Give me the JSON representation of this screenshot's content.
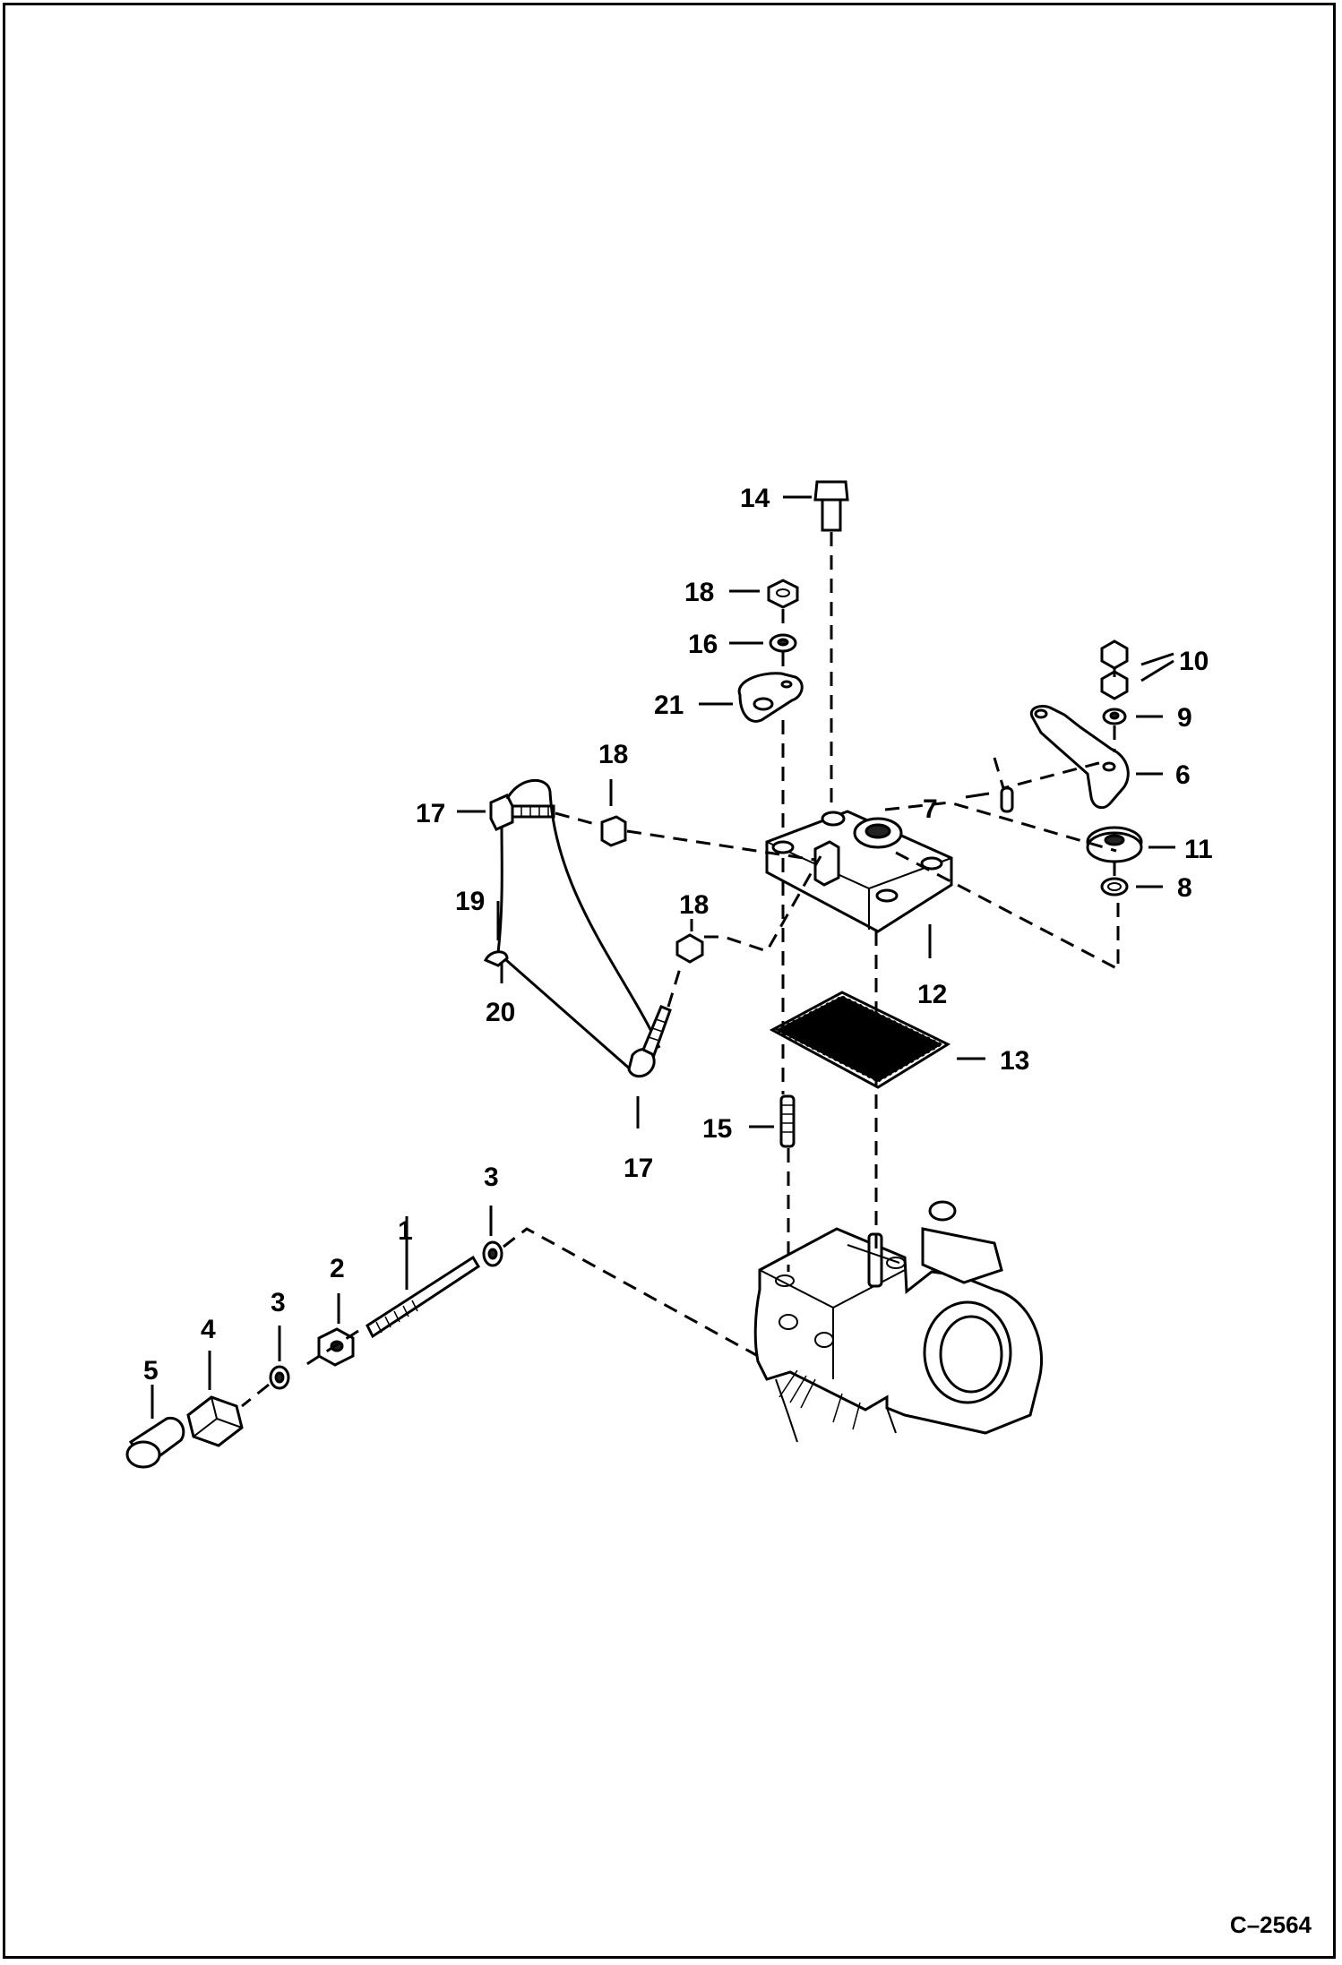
{
  "drawing_code": "C–2564",
  "callouts": {
    "c1": "1",
    "c2": "2",
    "c3a": "3",
    "c3b": "3",
    "c4": "4",
    "c5": "5",
    "c6": "6",
    "c7": "7",
    "c8": "8",
    "c9": "9",
    "c10": "10",
    "c11": "11",
    "c12": "12",
    "c13": "13",
    "c14": "14",
    "c15": "15",
    "c16": "16",
    "c17a": "17",
    "c17b": "17",
    "c18a": "18",
    "c18b": "18",
    "c18c": "18",
    "c19": "19",
    "c20": "20",
    "c21": "21"
  },
  "colors": {
    "ink": "#000000",
    "paper": "#ffffff"
  }
}
